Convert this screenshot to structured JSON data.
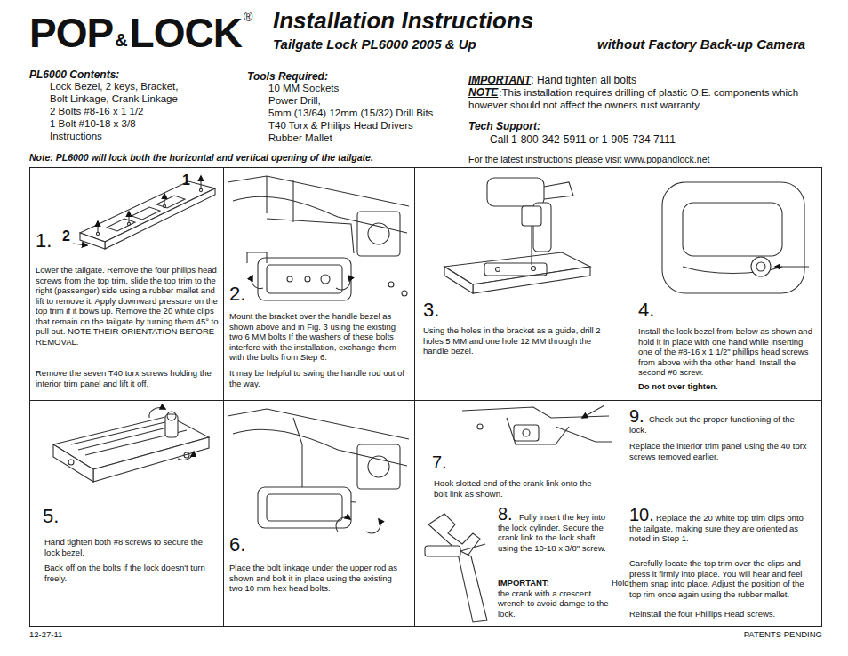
{
  "diagram": {
    "title": "Installation Instructions",
    "nodes": [
      {
        "text": [
          "1.",
          "Lower the tailgate. Remove the four philips head screws from the top trim, slide the top trim to the right (passenger) side using a rubber mallet and lift to remove it. Apply downward pressure on the top trim if it bows up. Remove the 20 white clips that remain on the tailgate by turning them 45° to pull out. NOTE THEIR ORIENTATION BEFORE REMOVAL.",
          "Remove the seven T40 torx screws holding the interior trim panel and lift it off."
        ]
      },
      {
        "text": [
          "2.",
          "Mount the bracket over the handle bezel as shown above and in Fig. 3 using the existing two 6 MM bolts If the washers of these bolts interfere with the installation, exchange them with the bolts from Step 6.",
          "It may be helpful to swing the handle rod out of the way."
        ]
      },
      {
        "text": [
          "3.",
          "Using the holes in the bracket as a guide, drill 2 holes 5 MM and one hole 12 MM through the handle bezel."
        ]
      },
      {
        "text": [
          "4.",
          "Install the lock bezel from below as shown and hold it in place with one hand while inserting one of the #8-16 x 1 1/2\" phillips head screws from above with the other hand. Install the second #8 screw.",
          "Do not over tighten."
        ]
      },
      {
        "text": [
          "5.",
          "Hand tighten both #8 screws to secure the lock bezel.",
          "Back off on the bolts if the lock doesn't turn freely."
        ]
      },
      {
        "text": [
          "6.",
          "Place the bolt linkage under the upper rod as shown and bolt it in place using the existing two 10 mm hex head bolts."
        ]
      },
      {
        "text": [
          "7.",
          "Hook slotted end of the crank link onto the bolt link as shown.",
          "8.",
          "Fully insert the key into the lock cylinder. Secure the crank link to the lock shaft using the 10-18 x 3/8\" screw.",
          "IMPORTANT:",
          "Hold the crank with a crescent wrench to avoid damge to the lock."
        ]
      },
      {
        "text": [
          "9.",
          "Check out the proper functioning of the lock.",
          "Replace the interior trim panel using the 40 torx screws removed earlier.",
          "10.",
          "Replace the 20 white top trim clips onto the tailgate, making sure they are oriented as noted in Step 1.",
          "Carefully locate the top trim over the clips and press it firmly into place. You will hear and feel them snap into place. Adjust the position of the top rim once again using the rubber mallet.",
          "Reinstall the four Phillips Head screws."
        ]
      }
    ],
    "labels": [
      "POP",
      "&",
      "LOCK",
      "®",
      "Tailgate Lock PL6000 2005 & Up",
      "without Factory Back-up Camera",
      "PL6000 Contents:",
      "Lock Bezel, 2 keys, Bracket,",
      "Bolt Linkage, Crank Linkage",
      "2 Bolts #8-16 x 1 1/2",
      "1 Bolt #10-18 x 3/8",
      "Instructions",
      "Tools Required:",
      "10 MM Sockets",
      "Power Drill,",
      "5mm (13/64) 12mm (15/32) Drill Bits",
      "T40 Torx & Philips Head Drivers",
      "Rubber Mallet",
      "IMPORTANT",
      ": Hand tighten all bolts",
      "NOTE",
      ":This installation requires drilling of plastic O.E. components which however should not affect the owners rust warranty",
      "Tech Support:",
      "Call 1-800-342-5911 or 1-905-734 7111",
      "Note: PL6000 will lock both the horizontal and vertical opening of the tailgate.",
      "For the latest instructions please visit www.popandlock.net",
      "1",
      "2",
      "12-27-11",
      "PATENTS PENDING"
    ]
  }
}
